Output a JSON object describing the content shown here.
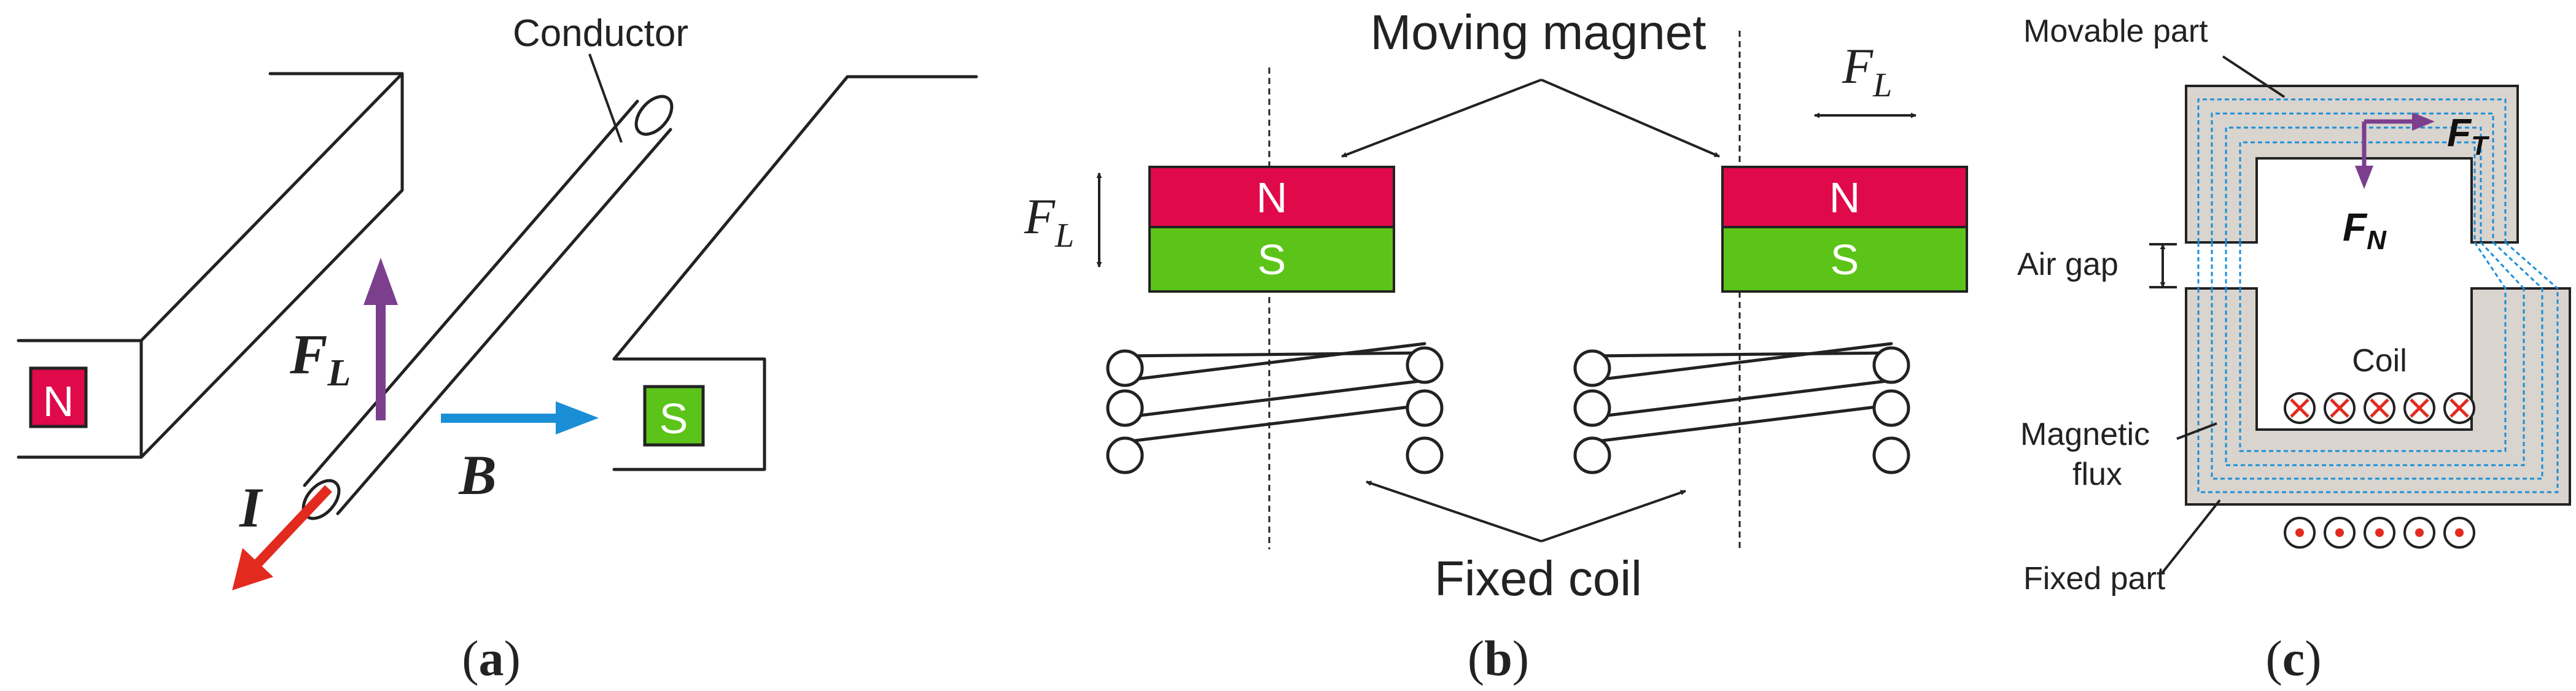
{
  "colors": {
    "north": "#e0094a",
    "south": "#5cc418",
    "current": "#e22a1f",
    "force": "#7b3f8e",
    "field": "#1b8fd6",
    "core": "#d9d4ce",
    "outline": "#222222"
  },
  "panel_a": {
    "conductor_label": "Conductor",
    "north_label": "N",
    "south_label": "S",
    "force_symbol": "F",
    "force_subscript": "L",
    "current_symbol": "I",
    "field_symbol": "B",
    "caption": "(a)"
  },
  "panel_b": {
    "moving_magnet_label": "Moving magnet",
    "fixed_coil_label": "Fixed coil",
    "north_label": "N",
    "south_label": "S",
    "force_symbol": "F",
    "force_subscript": "L",
    "caption": "(b)"
  },
  "panel_c": {
    "movable_part_label": "Movable part",
    "air_gap_label": "Air gap",
    "coil_label": "Coil",
    "magnetic_flux_label_line1": "Magnetic",
    "magnetic_flux_label_line2": "flux",
    "fixed_part_label": "Fixed part",
    "tangential_force_symbol": "F",
    "tangential_force_subscript": "T",
    "normal_force_symbol": "F",
    "normal_force_subscript": "N",
    "caption": "(c)"
  }
}
